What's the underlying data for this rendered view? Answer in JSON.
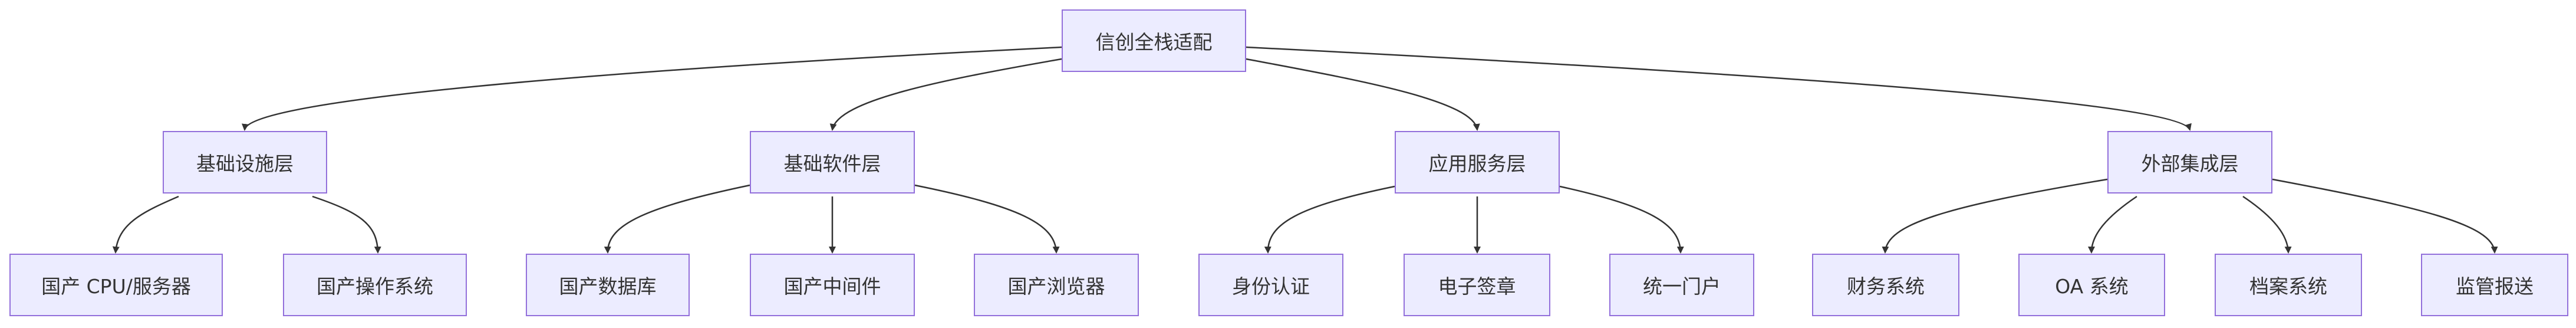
{
  "colors": {
    "node_fill": "#ececff",
    "node_border": "#9370db",
    "edge": "#333333",
    "text": "#333333"
  },
  "diagram": {
    "root": {
      "label": "信创全栈适配"
    },
    "layers": [
      {
        "label": "基础设施层",
        "children": [
          "国产 CPU/服务器",
          "国产操作系统"
        ]
      },
      {
        "label": "基础软件层",
        "children": [
          "国产数据库",
          "国产中间件",
          "国产浏览器"
        ]
      },
      {
        "label": "应用服务层",
        "children": [
          "身份认证",
          "电子签章",
          "统一门户"
        ]
      },
      {
        "label": "外部集成层",
        "children": [
          "财务系统",
          "OA 系统",
          "档案系统",
          "监管报送"
        ]
      }
    ]
  }
}
